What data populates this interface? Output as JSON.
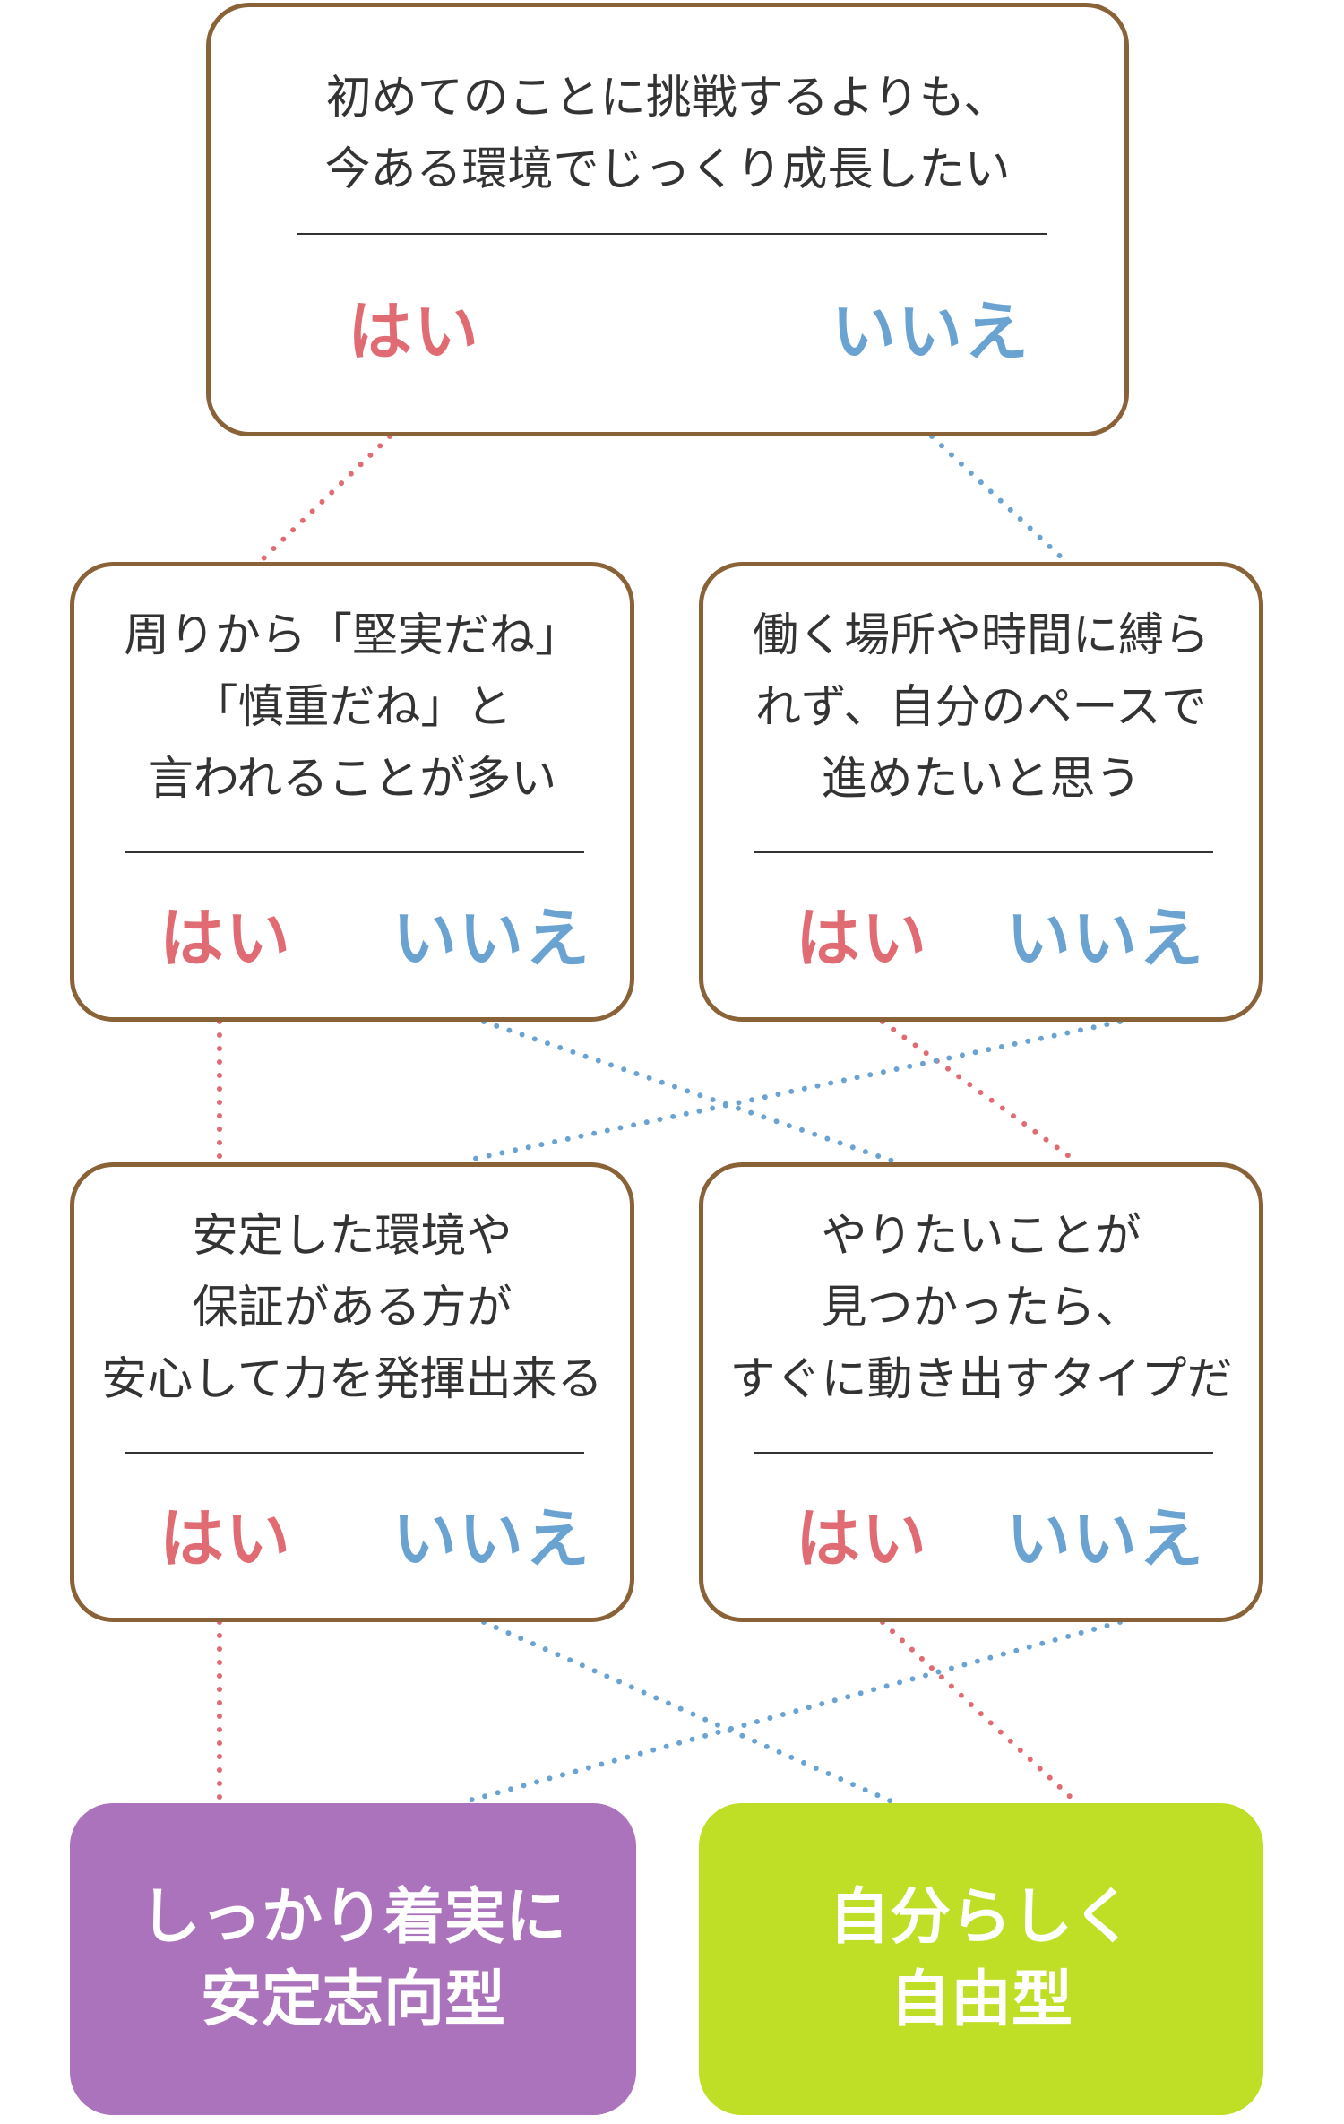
{
  "colors": {
    "border": "#8a6238",
    "yes": "#e06b73",
    "no": "#6aa3d1",
    "result_stable": "#ab73bb",
    "result_free": "#bfdf26"
  },
  "questions": {
    "q1": {
      "lines": [
        "初めてのことに挑戦するよりも、",
        "今ある環境でじっくり成長したい"
      ],
      "yes": "はい",
      "no": "いいえ"
    },
    "q2": {
      "lines": [
        "周りから「堅実だね」",
        "「慎重だね」と",
        "言われることが多い"
      ],
      "yes": "はい",
      "no": "いいえ"
    },
    "q3": {
      "lines": [
        "働く場所や時間に縛ら",
        "れず、自分のペースで",
        "進めたいと思う"
      ],
      "yes": "はい",
      "no": "いいえ"
    },
    "q4": {
      "lines": [
        "安定した環境や",
        "保証がある方が",
        "安心して力を発揮出来る"
      ],
      "yes": "はい",
      "no": "いいえ"
    },
    "q5": {
      "lines": [
        "やりたいことが",
        "見つかったら、",
        "すぐに動き出すタイプだ"
      ],
      "yes": "はい",
      "no": "いいえ"
    }
  },
  "results": {
    "stable": {
      "lines": [
        "しっかり着実に",
        "安定志向型"
      ]
    },
    "free": {
      "lines": [
        "自分らしく",
        "自由型"
      ]
    }
  }
}
